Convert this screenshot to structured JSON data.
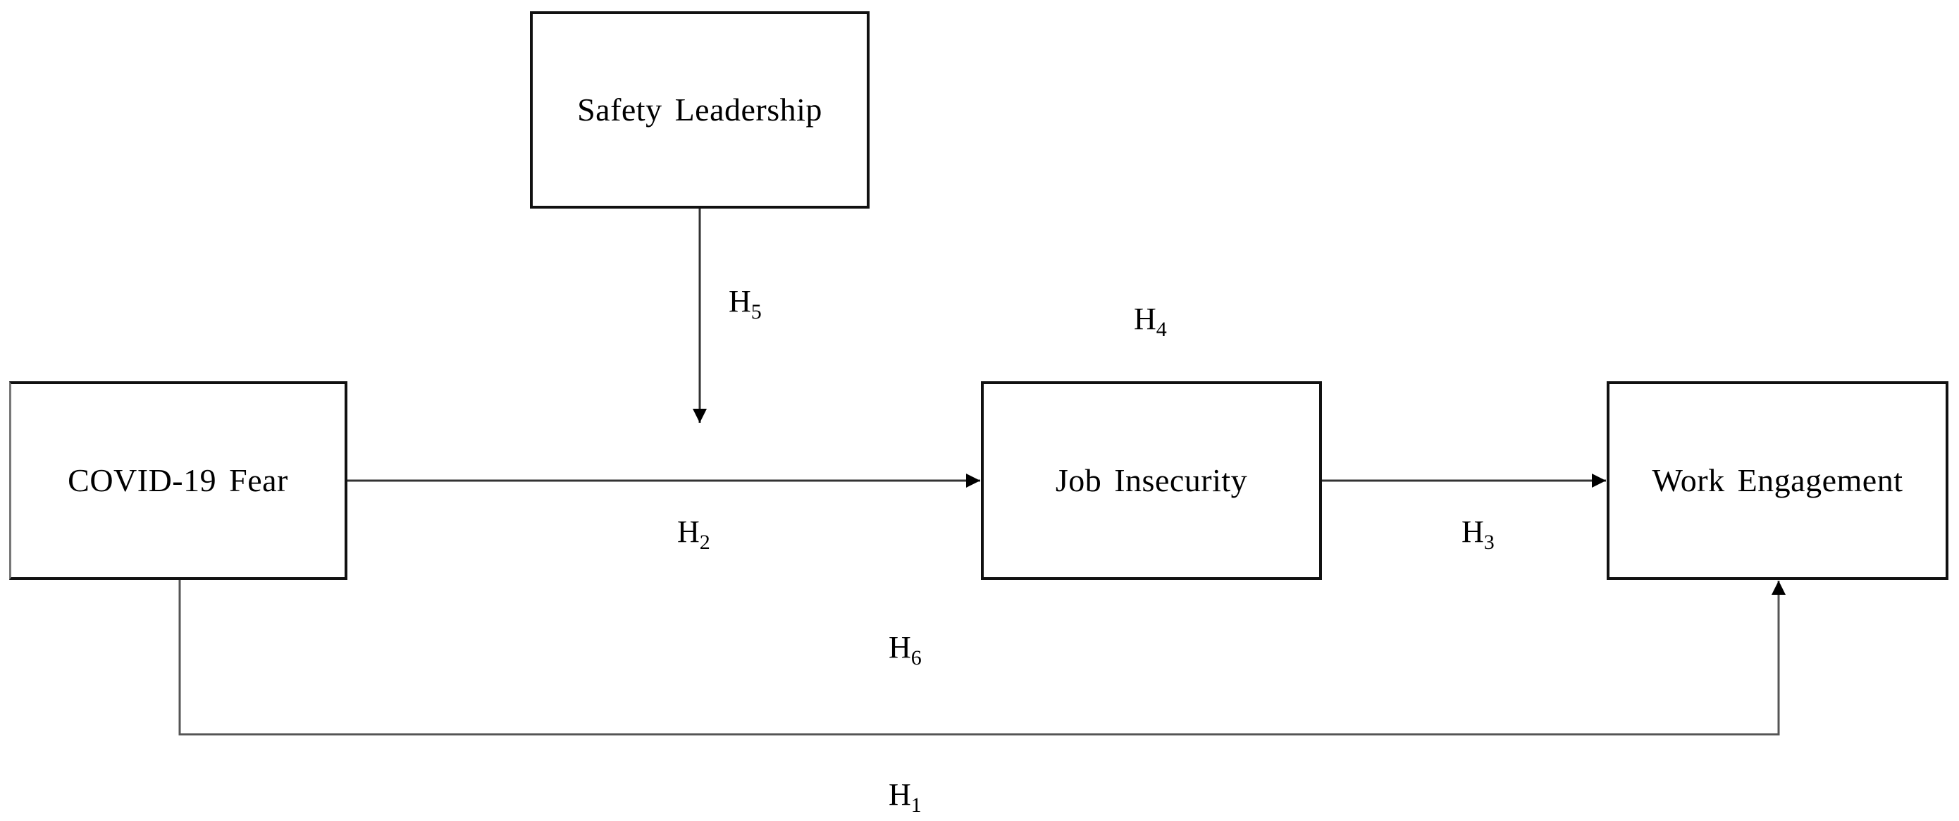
{
  "diagram": {
    "type": "conceptual-research-model",
    "nodes": [
      {
        "id": "safety_leadership",
        "label": "Safety Leadership",
        "role": "moderator"
      },
      {
        "id": "covid_fear",
        "label": "COVID-19 Fear",
        "role": "independent"
      },
      {
        "id": "job_insecurity",
        "label": "Job Insecurity",
        "role": "mediator"
      },
      {
        "id": "work_engagement",
        "label": "Work Engagement",
        "role": "dependent"
      }
    ],
    "hypotheses": [
      {
        "id": "H1",
        "base": "H",
        "sub": "1",
        "path": "COVID-19 Fear → Work Engagement"
      },
      {
        "id": "H2",
        "base": "H",
        "sub": "2",
        "path": "COVID-19 Fear → Job Insecurity"
      },
      {
        "id": "H3",
        "base": "H",
        "sub": "3",
        "path": "Job Insecurity → Work Engagement"
      },
      {
        "id": "H4",
        "base": "H",
        "sub": "4",
        "path": "Mediation via Job Insecurity"
      },
      {
        "id": "H5",
        "base": "H",
        "sub": "5",
        "path": "Safety Leadership moderates COVID-19 Fear → Job Insecurity"
      },
      {
        "id": "H6",
        "base": "H",
        "sub": "6",
        "path": "Moderated mediation"
      }
    ],
    "colors": {
      "stroke": "#111111",
      "connector": "#333333",
      "background": "#ffffff",
      "text": "#000000"
    }
  }
}
